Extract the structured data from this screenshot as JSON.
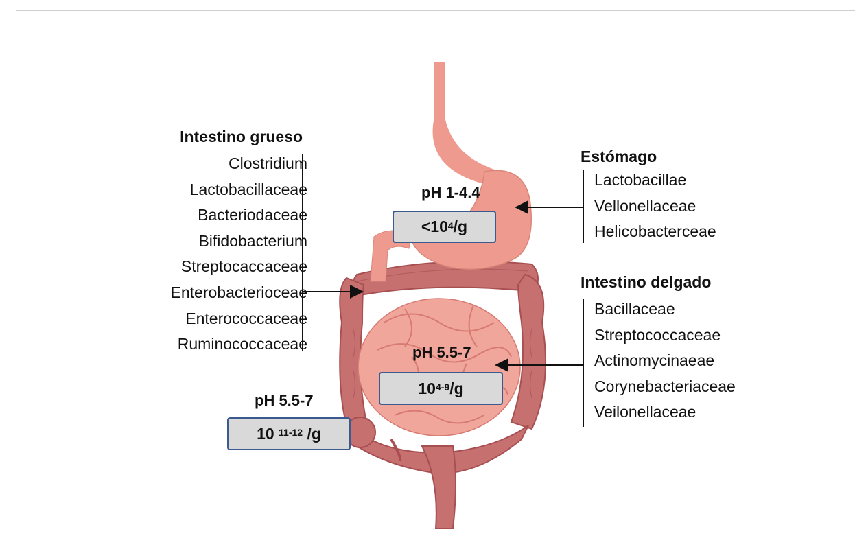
{
  "large_intestine": {
    "title": "Intestino grueso",
    "bacteria": [
      "Clostridium",
      "Lactobacillaceae",
      "Bacteriodaceae",
      "Bifidobacterium",
      "Streptocaccaceae",
      "Enterobacterioceae",
      "Enterococcaceae",
      "Ruminococcaceae"
    ],
    "ph": "pH 5.5-7",
    "count": {
      "base": "10",
      "exponent": "11-12",
      "unit": "/g"
    }
  },
  "stomach": {
    "title": "Estómago",
    "bacteria": [
      "Lactobacillae",
      "Vellonellaceae",
      "Helicobacterceae"
    ],
    "ph": "pH 1-4.4",
    "count": {
      "base": "<10",
      "exponent": "4",
      "unit": "/g"
    }
  },
  "small_intestine": {
    "title": "Intestino delgado",
    "bacteria": [
      "Bacillaceae",
      "Streptococcaceae",
      "Actinomycinaeae",
      "Corynebacteriaceae",
      "Veilonellaceae"
    ],
    "ph": "pH 5.5-7",
    "count": {
      "base": "10",
      "exponent": "4-9",
      "unit": "/g"
    }
  },
  "colors": {
    "colon": "#c77070",
    "colon_dark": "#a84f52",
    "stomach": "#ee9a8e",
    "small_intestine": "#f1a69c",
    "box_fill": "#d9d9d9",
    "box_border": "#3b5a8f"
  }
}
